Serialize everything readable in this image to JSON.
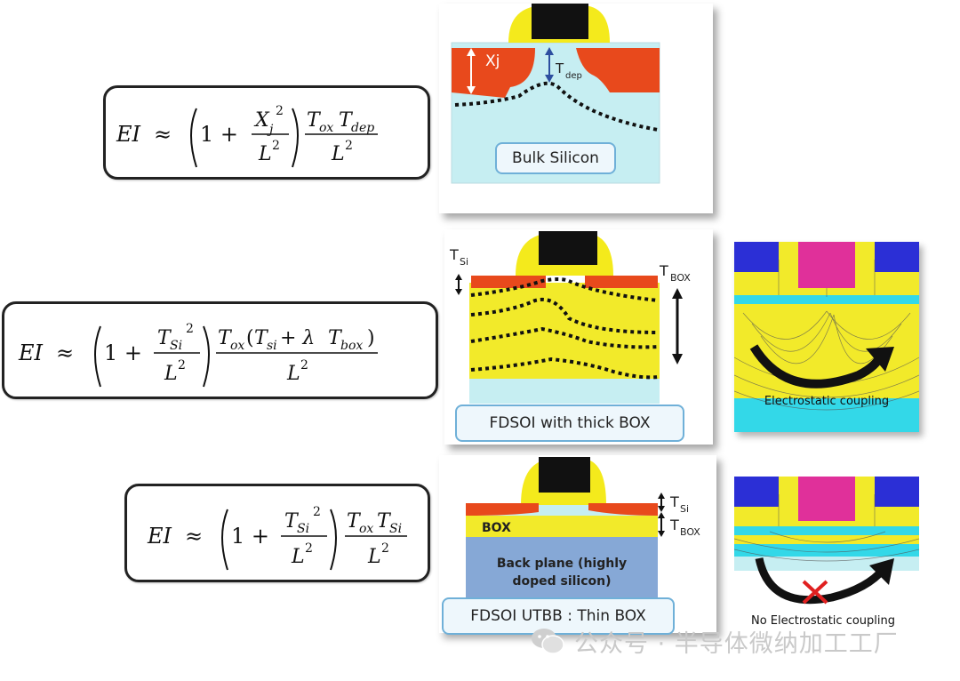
{
  "equations": {
    "bulk": {
      "lhs": "EI",
      "approx": "≈",
      "xj": "X",
      "xj_sub": "j",
      "sq": "2",
      "den": "L",
      "den_exp": "2",
      "one_plus": "1 +",
      "t1": "T",
      "t1_sub": "ox",
      "t2": "T",
      "t2_sub": "dep"
    },
    "thick": {
      "lhs": "EI",
      "approx": "≈",
      "num": "T",
      "num_sub": "Si",
      "sq": "2",
      "den": "L",
      "den_exp": "2",
      "one_plus": "1 +",
      "tox": "T",
      "tox_sub": "ox",
      "paren_open": "(",
      "tsi": "T",
      "tsi_sub": "si",
      "plus_lambda": " + λ",
      "tbox": "T",
      "tbox_sub": "box",
      "paren_close": ")"
    },
    "thin": {
      "lhs": "EI",
      "approx": "≈",
      "num": "T",
      "num_sub": "Si",
      "sq": "2",
      "den": "L",
      "den_exp": "2",
      "one_plus": "1 +",
      "t1": "T",
      "t1_sub": "ox",
      "t2": "T",
      "t2_sub": "Si"
    }
  },
  "diagrams": {
    "bulk": {
      "label": "Bulk Silicon",
      "xj_label": "Xj",
      "tdep_label": "T",
      "tdep_sub": "dep"
    },
    "thick": {
      "label": "FDSOI with thick BOX",
      "tsi_label": "T",
      "tsi_sub": "Si",
      "tbox_label": "T",
      "tbox_sub": "BOX"
    },
    "thin": {
      "label": "FDSOI UTBB : Thin BOX",
      "box_label": "BOX",
      "backplane_line1": "Back plane (highly",
      "backplane_line2": "doped silicon)",
      "tsi_label": "T",
      "tsi_sub": "Si",
      "tbox_label": "T",
      "tbox_sub": "BOX"
    }
  },
  "simulations": {
    "coupling": {
      "caption": "Electrostatic coupling"
    },
    "no_coupling": {
      "caption": "No Electrostatic coupling"
    }
  },
  "colors": {
    "gate_yellow": "#f4ea1c",
    "contact_black": "#111111",
    "sd_orange": "#e8491c",
    "bulk_blue": "#c6eef2",
    "box_blue": "#86a8d6",
    "sim_cyan": "#33d8e8",
    "sim_pink": "#e0309a",
    "sim_navy": "#2b2fd6"
  },
  "watermark": {
    "text": "公众号 · 半导体微纳加工工厂"
  }
}
